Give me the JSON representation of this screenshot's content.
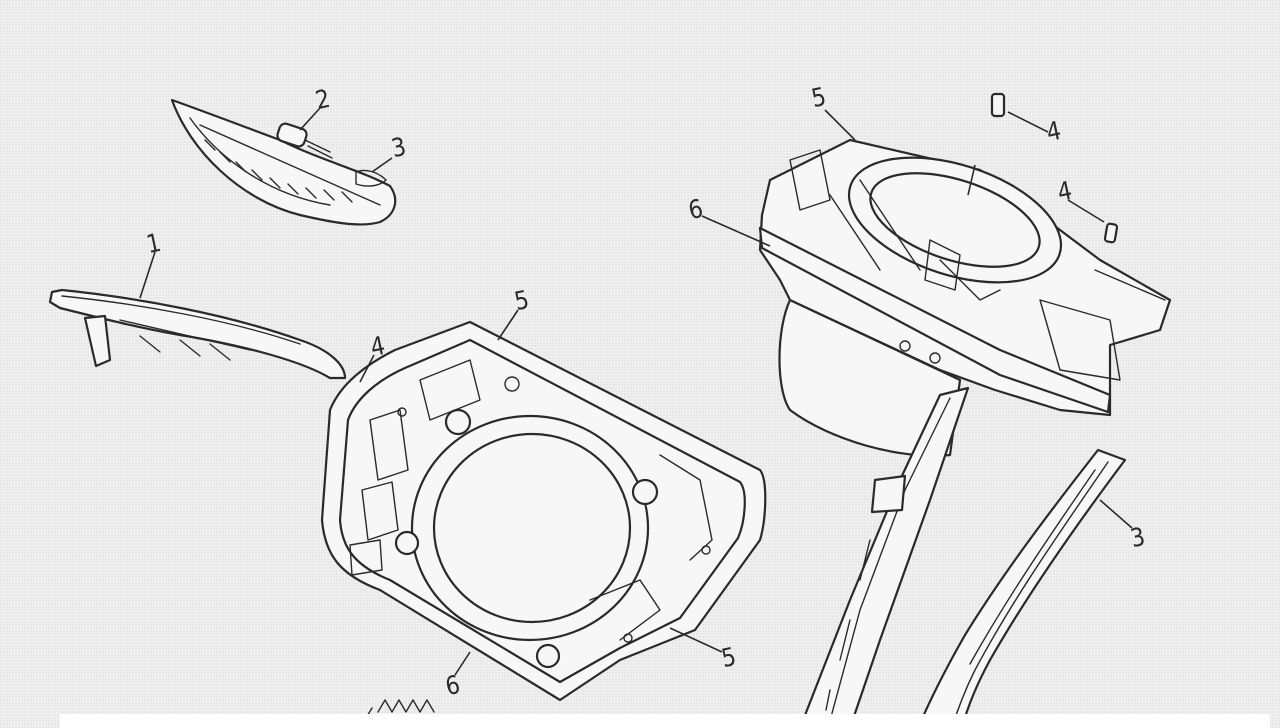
{
  "callouts": {
    "c1": "1",
    "c2": "2",
    "c3a": "3",
    "c3b": "3",
    "c4a": "4",
    "c4b": "4",
    "c4c": "4",
    "c5a": "5",
    "c5b": "5",
    "c5c": "5",
    "c6a": "6",
    "c6b": "6"
  }
}
